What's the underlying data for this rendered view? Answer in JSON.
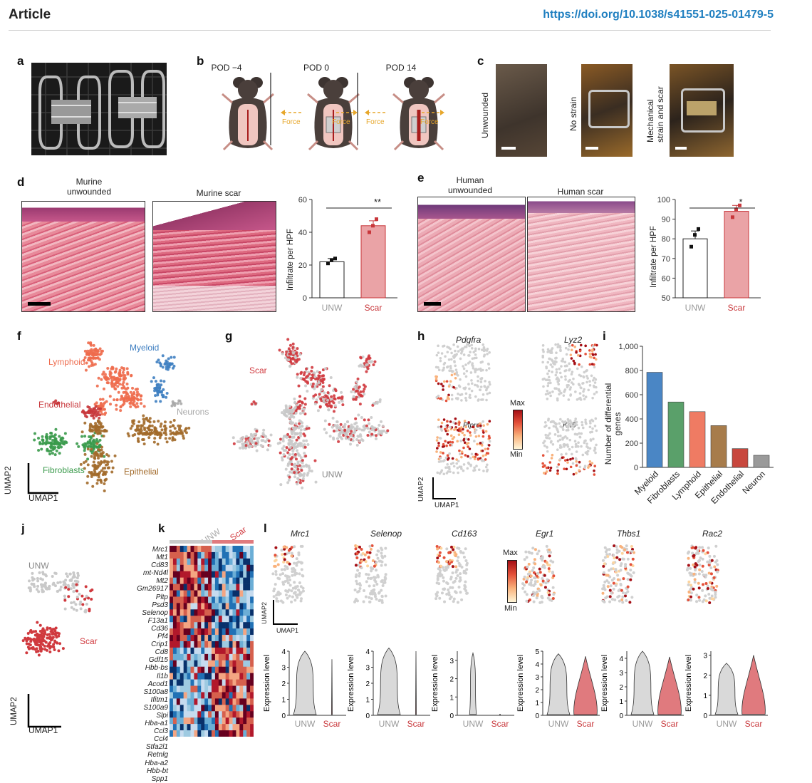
{
  "header": {
    "title": "Article",
    "doi": "https://doi.org/10.1038/s41551-025-01479-5"
  },
  "panels": {
    "a": "a",
    "b": "b",
    "c": "c",
    "d": "d",
    "e": "e",
    "f": "f",
    "g": "g",
    "h": "h",
    "i": "i",
    "j": "j",
    "k": "k",
    "l": "l"
  },
  "b": {
    "t1": "POD −4",
    "t2": "POD 0",
    "t3": "POD 14",
    "force": "Force"
  },
  "c": {
    "p1": "Unwounded",
    "p2": "No strain",
    "p3a": "Mechanical",
    "p3b": "strain and scar"
  },
  "d": {
    "img1a": "Murine",
    "img1b": "unwounded",
    "img2": "Murine scar"
  },
  "e": {
    "img1a": "Human",
    "img1b": "unwounded",
    "img2": "Human scar"
  },
  "umap": {
    "x": "UMAP1",
    "y": "UMAP2"
  },
  "f": {
    "labels": [
      "Myeloid",
      "Lymphoid",
      "Endothelial",
      "Neurons",
      "Fibroblasts",
      "Epithelial"
    ]
  },
  "g": {
    "scar": "Scar",
    "unw": "UNW"
  },
  "h": {
    "genes": [
      "Pdgfra",
      "Lyz2",
      "Ptprc",
      "Krt5"
    ],
    "max": "Max",
    "min": "Min"
  },
  "j": {
    "unw": "UNW",
    "scar": "Scar"
  },
  "k": {
    "unw": "UNW",
    "scar": "Scar",
    "genes": [
      "Mrc1",
      "Mt1",
      "Cd83",
      "mt-Nd4l",
      "Mt2",
      "Gm26917",
      "Pltp",
      "Psd3",
      "Selenop",
      "F13a1",
      "Cd36",
      "Pf4",
      "Crip1",
      "Cd8",
      "Gdf15",
      "Hbb-bs",
      "Il1b",
      "Acod1",
      "S100a8",
      "Ifitm1",
      "S100a9",
      "Slpi",
      "Hba-a1",
      "Ccl3",
      "Ccl4",
      "Stfa2l1",
      "Retnlg",
      "Hba-a2",
      "Hbb-bt",
      "Spp1"
    ]
  },
  "l": {
    "genes": [
      "Mrc1",
      "Selenop",
      "Cd163",
      "Egr1",
      "Thbs1",
      "Rac2"
    ],
    "max": "Max",
    "min": "Min"
  },
  "colors": {
    "unw": "#c9c9c9",
    "scar": "#d0393e",
    "lymphoid": "#ee6b4d",
    "myeloid": "#3f7fc1",
    "endothelial": "#c8373b",
    "neurons": "#a9a9a9",
    "fibroblasts": "#3a9a4b",
    "epithelial": "#a26a2a",
    "doi": "#1f7fc0"
  },
  "chart_data": [
    {
      "type": "bar",
      "panel": "d",
      "categories": [
        "UNW",
        "Scar"
      ],
      "values": [
        22,
        44
      ],
      "errors": [
        2,
        3
      ],
      "points": [
        [
          21,
          23,
          24
        ],
        [
          40,
          44,
          48
        ]
      ],
      "ylabel": "Infiltrate per HPF",
      "ylim": [
        0,
        60
      ],
      "yticks": [
        0,
        20,
        40,
        60
      ],
      "significance": "**"
    },
    {
      "type": "bar",
      "panel": "e",
      "categories": [
        "UNW",
        "Scar"
      ],
      "values": [
        80,
        94
      ],
      "errors": [
        4,
        3
      ],
      "points": [
        [
          76,
          82,
          85
        ],
        [
          91,
          95,
          97
        ]
      ],
      "ylabel": "Infiltrate per HPF",
      "ylim": [
        50,
        100
      ],
      "yticks": [
        50,
        60,
        70,
        80,
        90,
        100
      ],
      "significance": "*"
    },
    {
      "type": "bar",
      "panel": "i",
      "categories": [
        "Myeloid",
        "Fibroblasts",
        "Lymphoid",
        "Epithelial",
        "Endothelial",
        "Neuron"
      ],
      "values": [
        785,
        540,
        460,
        345,
        155,
        100
      ],
      "ylabel": "Number of differential genes",
      "ylim": [
        0,
        1000
      ],
      "yticks": [
        "0",
        "200",
        "400",
        "600",
        "800",
        "1,000"
      ],
      "colors": [
        "#4a86c5",
        "#5aa06a",
        "#ef7b63",
        "#a77c4b",
        "#c8473d",
        "#9a9a9a"
      ]
    },
    {
      "type": "violin",
      "panel": "l",
      "ylabel": "Expression level",
      "categories": [
        "UNW",
        "Scar"
      ],
      "panels": [
        {
          "gene": "Mrc1",
          "ylim": [
            0,
            4
          ],
          "yticks": [
            0,
            1,
            2,
            3,
            4
          ],
          "unw_max": 4,
          "scar_max": 3.5
        },
        {
          "gene": "Selenop",
          "ylim": [
            0,
            4
          ],
          "yticks": [
            0,
            1,
            2,
            3,
            4
          ],
          "unw_max": 4.2,
          "scar_max": 4
        },
        {
          "gene": "Cd163",
          "ylim": [
            0,
            3.5
          ],
          "yticks": [
            0,
            1,
            2,
            3
          ],
          "unw_max": 3.4,
          "scar_max": 0.05
        },
        {
          "gene": "Egr1",
          "ylim": [
            0,
            5
          ],
          "yticks": [
            0,
            1,
            2,
            3,
            4,
            5
          ],
          "unw_max": 4.8,
          "scar_max": 4.6
        },
        {
          "gene": "Thbs1",
          "ylim": [
            0,
            4.5
          ],
          "yticks": [
            0,
            1,
            2,
            3,
            4
          ],
          "unw_max": 4.5,
          "scar_max": 4.1
        },
        {
          "gene": "Rac2",
          "ylim": [
            0,
            3.2
          ],
          "yticks": [
            0,
            1,
            2,
            3
          ],
          "unw_max": 2.6,
          "scar_max": 3
        }
      ]
    }
  ]
}
